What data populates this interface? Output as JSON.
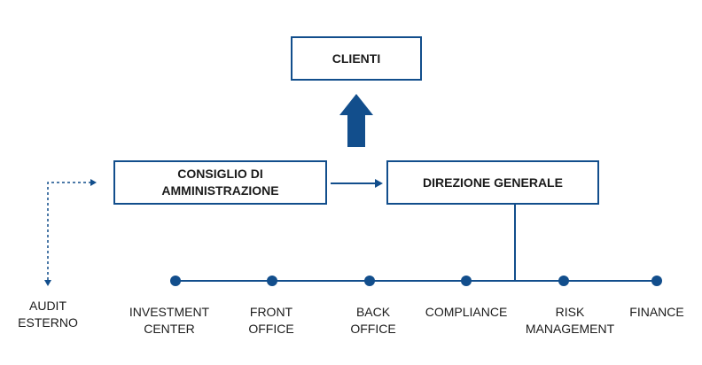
{
  "nodes": {
    "clienti": "CLIENTI",
    "consiglio": "CONSIGLIO DI\nAMMINISTRAZIONE",
    "direzione": "DIREZIONE GENERALE",
    "audit": "AUDIT\nESTERNO"
  },
  "departments": [
    "INVESTMENT\nCENTER",
    "FRONT\nOFFICE",
    "BACK\nOFFICE",
    "COMPLIANCE",
    "RISK\nMANAGEMENT",
    "FINANCE"
  ],
  "colors": {
    "primary": "#124e8c",
    "text": "#1b1b1b"
  }
}
